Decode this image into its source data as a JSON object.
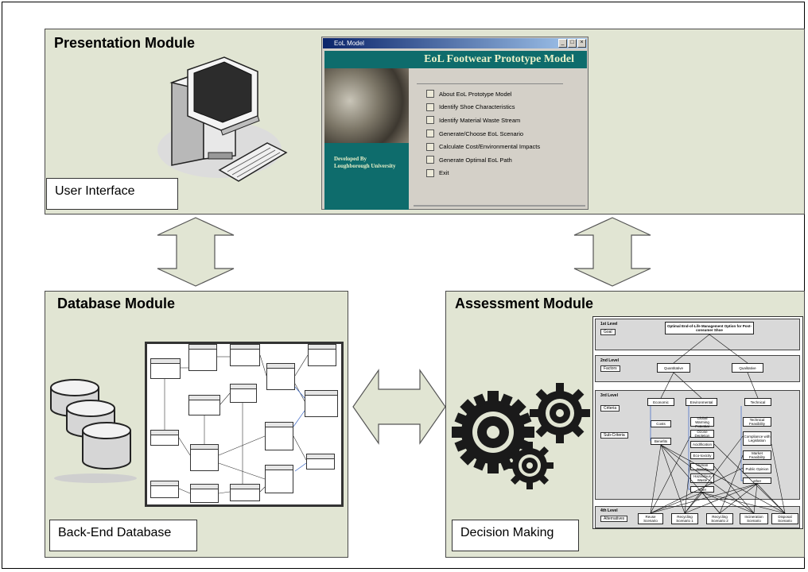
{
  "presentation": {
    "title": "Presentation Module",
    "label": "User Interface"
  },
  "eol_window": {
    "title": "EoL Model",
    "banner": "EoL Footwear Prototype Model",
    "developer": "Developed By\nLoughborough University",
    "menu": [
      "About EoL Prototype Model",
      "Identify Shoe Characteristics",
      "Identify Material Waste Stream",
      "Generate/Choose EoL Scenario",
      "Calculate Cost/Environmental Impacts",
      "Generate Optimal EoL Path",
      "Exit"
    ]
  },
  "database": {
    "title": "Database Module",
    "label": "Back-End Database"
  },
  "assessment": {
    "title": "Assessment Module",
    "label": "Decision Making",
    "levels": {
      "l1_title": "1st Level",
      "l1_tag": "Goal",
      "goal": "Optimal End-of-Life Management Option for Post-consumer Shoe",
      "l2_title": "2nd Level",
      "l2_tag": "Factors",
      "factors": [
        "Quantitative",
        "Qualitative"
      ],
      "l3_title": "3rd Level",
      "l3_tag1": "Criteria",
      "l3_tag2": "Sub-Criteria",
      "criteria": [
        "Economic",
        "Environmental",
        "Technical"
      ],
      "economic_sub": [
        "Costs",
        "Benefits"
      ],
      "environmental_sub": [
        "Global Warming Potential",
        "Ozone Depletion",
        "Acidification",
        "Eco-toxicity",
        "Human Toxicity",
        "Hazardous Waste",
        "other"
      ],
      "technical_sub": [
        "Technical Feasibility",
        "Compliance with Legislation",
        "Market Feasibility",
        "Public Opinion",
        "other"
      ],
      "l4_title": "4th Level",
      "l4_tag": "Alternatives",
      "alternatives": [
        "Reuse Scenario",
        "Recycling Scenario 1",
        "Recycling Scenario 2",
        "Incineration Scenario",
        "Disposal Scenario"
      ]
    }
  },
  "colors": {
    "module_bg": "#e1e5d3",
    "arrow_fill": "#e1e5d3",
    "eol_banner": "#0e6c6c",
    "titlebar": "#0a246a"
  },
  "icons": [
    "computer-icon",
    "database-cylinder-icon",
    "gear-icon"
  ]
}
